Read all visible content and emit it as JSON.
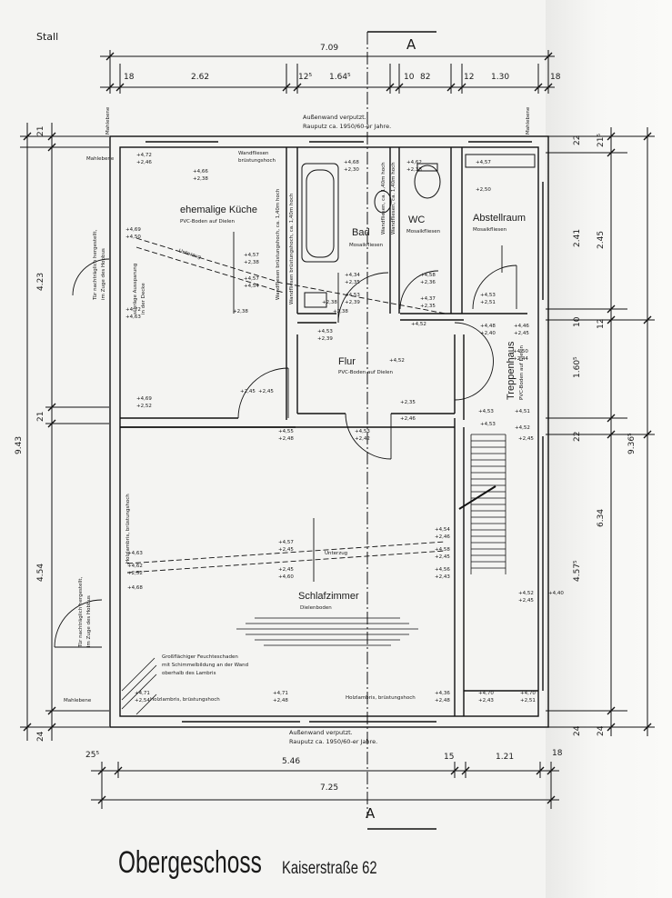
{
  "header": {
    "corner_label": "Stall"
  },
  "section_marker": "A",
  "title": "Obergeschoss",
  "subtitle": "Kaiserstraße 62",
  "notes": {
    "wall_top": [
      "Außenwand verputzt.",
      "Rauputz ca. 1950/60-er Jahre."
    ],
    "wall_bottom": [
      "Außenwand verputzt.",
      "Rauputz ca. 1950/60-er Jahre."
    ],
    "tiles_kitchen": [
      "Wandfliesen",
      "brüstungshoch"
    ],
    "tiles_bath_wall": "Wandfliesen brüstungshoch, ca. 1,40m hoch",
    "tiles_bath_wall2": "Wandfliesen, ca. 1,40m hoch",
    "tiles_kitchen_wall": "Wandfliesen brüstungshoch, ca. 1,40m hoch",
    "tiles_wc": "Wandfliesen, ca. 1,40m hoch",
    "beam": "Unterzug",
    "door_later_left_top": [
      "Tür nachträglich hergestellt,",
      "im Zuge des Hobbus"
    ],
    "door_later_left_bottom": [
      "Tür nachträglich hergestellt,",
      "im Zuge des Hobbus"
    ],
    "slanted_opening": [
      "schräge Aussparung",
      "in der Decke"
    ],
    "damp": [
      "Großflächiger Feuchteschaden",
      "mit Schimmelbildung an der Wand",
      "oberhalb des Lambris"
    ],
    "paneling_left": "Holzlambris, brüstungshoch",
    "paneling_right": "Holzlambris, brüstungshoch",
    "paneling_vertical": "Holzlambris, brüstungshoch",
    "wall_marker": "Mahlebene"
  },
  "rooms": [
    {
      "name": "ehemalige Küche",
      "floor": "PVC-Boden auf Dielen"
    },
    {
      "name": "Bad",
      "floor": "Mosaikfliesen"
    },
    {
      "name": "WC",
      "floor": "Mosaikfliesen"
    },
    {
      "name": "Abstellraum",
      "floor": "Mosaikfliesen"
    },
    {
      "name": "Flur",
      "floor": "PVC-Boden auf Dielen"
    },
    {
      "name": "Treppenhaus",
      "floor": "PVC-Boden auf Dielen"
    },
    {
      "name": "Schlafzimmer",
      "floor": "Dielenboden"
    }
  ],
  "dimensions_top": {
    "overall": "7.09",
    "parts": [
      "18",
      "2.62",
      "12⁵",
      "1.64⁵",
      "10",
      "82",
      "12",
      "1.30",
      "18"
    ]
  },
  "dimensions_bottom": {
    "overall": "7.25",
    "parts": [
      "25⁵",
      "5.46",
      "15",
      "1.21",
      "18"
    ]
  },
  "dimensions_left": {
    "overall": "9.43",
    "parts": [
      "21",
      "4.23",
      "21",
      "4.54",
      "24"
    ]
  },
  "dimensions_right": {
    "overall": "9.36⁵",
    "inner": [
      "22",
      "2.41",
      "10",
      "1.60⁵",
      "22",
      "4.57⁵",
      "24"
    ],
    "outer": [
      "21⁵",
      "2.45",
      "12",
      "6.34",
      "24"
    ]
  },
  "levels": {
    "kitchen": [
      "+4,72",
      "+2,46",
      "+4,66",
      "+2,38",
      "+4,69",
      "+4,50",
      "+4,57",
      "+2,38",
      "+4,57",
      "+4,54",
      "+4,72",
      "+4,63",
      "+4,69",
      "+2,52",
      "+2,38"
    ],
    "bath": [
      "+4,68",
      "+2,30",
      "+4,34",
      "+2,35",
      "+4,53",
      "+2,39",
      "+2,38"
    ],
    "wc": [
      "+4,62",
      "+2,38",
      "+4,58",
      "+2,36",
      "+4,37",
      "+2,35"
    ],
    "storage": [
      "+4,57",
      "+2,50",
      "+4,53",
      "+2,51",
      "+4,48",
      "+2,40"
    ],
    "hall": [
      "+4,53",
      "+2,39",
      "+4,52",
      "+4,52",
      "+2,45",
      "+2,45",
      "+2,35",
      "+2,46",
      "+2,38"
    ],
    "stairs": [
      "+4,46",
      "+2,45",
      "+4,50",
      "+2,44",
      "+4,53",
      "+4,51",
      "+4,53",
      "+4,52",
      "+2,45",
      "+4,52",
      "+2,45",
      "+4,40"
    ],
    "bedroom": [
      "+4,55",
      "+2,48",
      "+4,53",
      "+2,42",
      "+4,57",
      "+2,45",
      "+4,54",
      "+2,46",
      "+4,63",
      "+4,62",
      "+2,52",
      "+4,68",
      "+4,60",
      "+2,45",
      "+4,58",
      "+2,45",
      "+4,56",
      "+2,43",
      "+4,71",
      "+2,54",
      "+4,71",
      "+2,48",
      "+4,36",
      "+2,48",
      "+4,70",
      "+2,43",
      "+4,70",
      "+2,51"
    ]
  }
}
